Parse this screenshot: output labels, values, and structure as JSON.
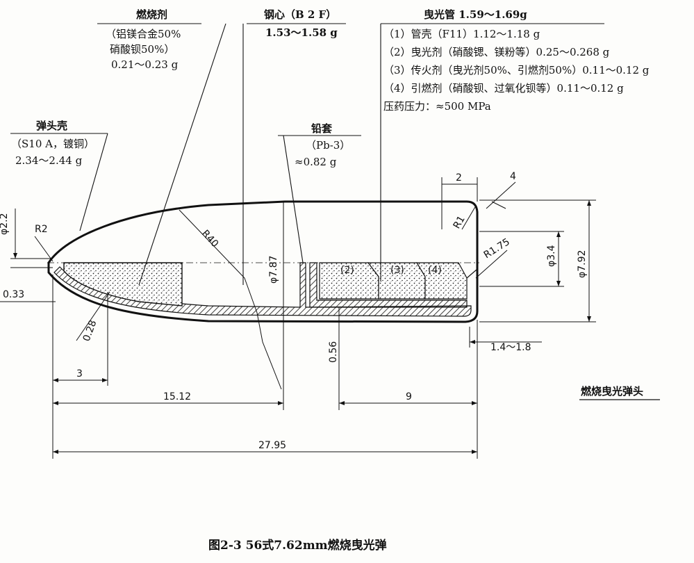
{
  "labels": {
    "incendiary": {
      "title": "燃烧剂",
      "line1": "（铝镁合金50%",
      "line2": "硝酸钡50%）",
      "line3": "0.21～0.23 g"
    },
    "steel_core": {
      "title": "钢心（B 2 F）",
      "mass": "1.53～1.58 g"
    },
    "tracer_tube": {
      "title": "曳光管  1.59～1.69g"
    },
    "tracer_items": [
      "（1）管壳（F11）1.12～1.18 g",
      "（2）曳光剂（硝酸锶、镁粉等）0.25～0.268 g",
      "（3）传火剂（曳光剂50%、引燃剂50%）0.11～0.12 g",
      "（4）引燃剂（硝酸钡、过氧化钡等）0.11～0.12 g",
      "压药压力：≈500 MPa"
    ],
    "jacket": {
      "title": "弹头壳",
      "line1": "（S10 A，镀铜）",
      "line2": "2.34～2.44 g"
    },
    "lead_sleeve": {
      "title": "铅套",
      "line1": "（Pb-3）",
      "line2": "≈0.82 g"
    },
    "right_title": "燃烧曳光弹头",
    "caption": "图2-3   56式7.62mm燃烧曳光弹"
  },
  "dimensions": {
    "phi_2_2": "φ2.2",
    "r2": "R2",
    "d_0_33": "0.33",
    "d_0_28": "0.28",
    "r40": "R40",
    "phi_7_87": "φ7.87",
    "d_0_56": "0.56",
    "d_3": "3",
    "d_15_12": "15.12",
    "d_9": "9",
    "d_27_95": "27.95",
    "d_2": "2",
    "d_4": "4",
    "r1": "R1",
    "r1_75": "R1.75",
    "phi_3_4": "φ3.4",
    "phi_7_92": "φ7.92",
    "d_1_4_1_8": "1.4～1.8",
    "cell_2": "(2)",
    "cell_3": "(3)",
    "cell_4": "(4)"
  }
}
